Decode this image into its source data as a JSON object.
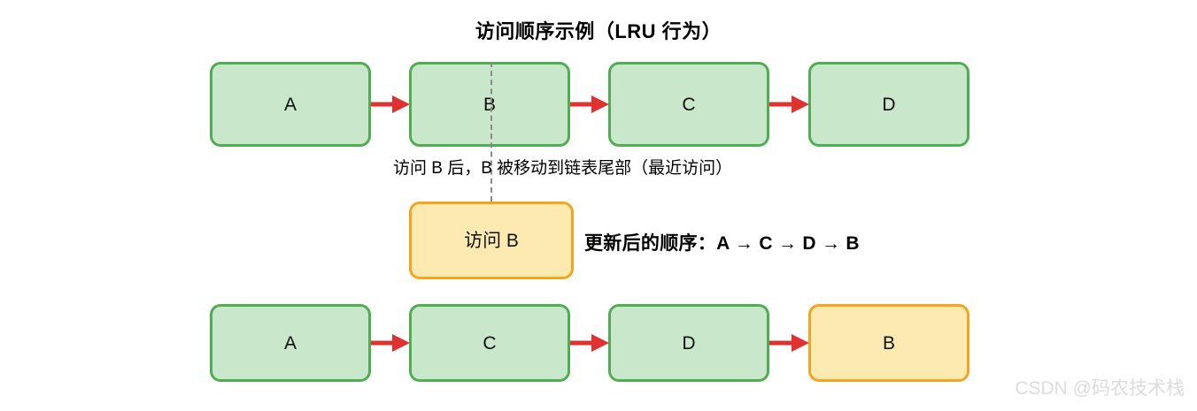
{
  "diagram": {
    "title": "访问顺序示例（LRU 行为）",
    "watermark": "CSDN @码农技术栈",
    "colors": {
      "green_fill": "#c9e7cb",
      "green_border": "#4fae51",
      "orange_fill": "#fdeab1",
      "orange_border": "#f6a320",
      "arrow": "#e03131",
      "dashed": "#8a8a8a",
      "watermark": "#dcdcdc"
    }
  },
  "top_row": {
    "nodes": [
      {
        "label": "A",
        "style": "green"
      },
      {
        "label": "B",
        "style": "green"
      },
      {
        "label": "C",
        "style": "green"
      },
      {
        "label": "D",
        "style": "green"
      }
    ]
  },
  "bottom_row": {
    "nodes": [
      {
        "label": "A",
        "style": "green"
      },
      {
        "label": "C",
        "style": "green"
      },
      {
        "label": "D",
        "style": "green"
      },
      {
        "label": "B",
        "style": "orange"
      }
    ]
  },
  "access_node": {
    "label": "访问 B",
    "style": "orange"
  },
  "captions": {
    "move_note": "访问 B 后，B 被移动到链表尾部（最近访问）",
    "updated_order": "更新后的顺序：A → C → D → B"
  }
}
